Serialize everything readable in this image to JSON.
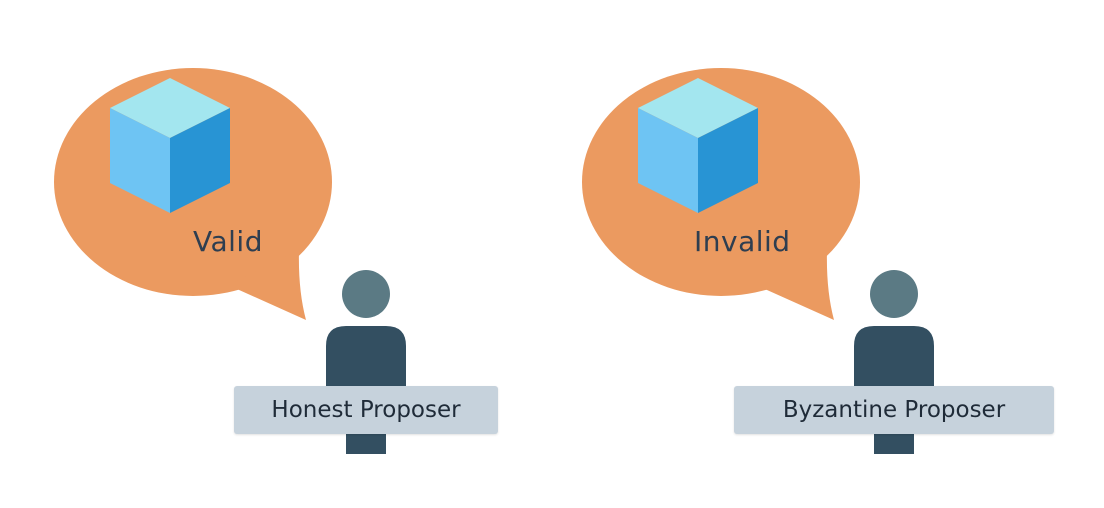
{
  "colors": {
    "bubble": "#eb9a60",
    "cube_top": "#a3e6ef",
    "cube_left": "#6ec4f3",
    "cube_right": "#2894d4",
    "person_head": "#5b7a84",
    "person_body": "#334f61",
    "label_bg": "#c6d2dc",
    "text": "#2e3e50"
  },
  "panels": [
    {
      "status": "Valid",
      "role": "Honest Proposer",
      "icons": [
        "speech-bubble-icon",
        "cube-icon",
        "person-icon"
      ]
    },
    {
      "status": "Invalid",
      "role": "Byzantine Proposer",
      "icons": [
        "speech-bubble-icon",
        "cube-icon",
        "person-icon"
      ]
    }
  ]
}
